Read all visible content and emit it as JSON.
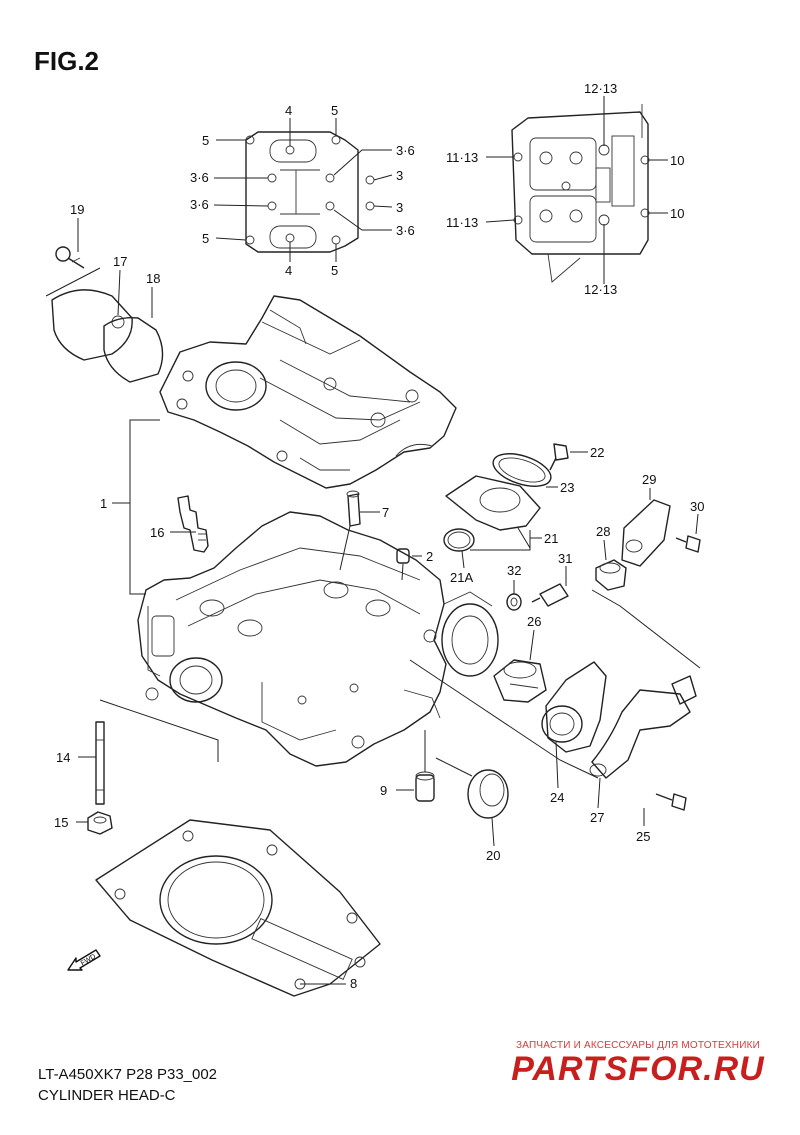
{
  "figure": {
    "title": "FIG.2"
  },
  "footer": {
    "line1": "LT-A450XK7 P28 P33_002",
    "line2": "CYLINDER HEAD-C"
  },
  "watermark": {
    "tagline": "ЗАПЧАСТИ И АКСЕССУАРЫ ДЛЯ МОТОТЕХНИКИ",
    "logo": "PARTSFOR.RU"
  },
  "forward_marker": "FWD",
  "callouts": {
    "c1": "1",
    "c2": "2",
    "c3a": "3",
    "c3b": "3",
    "c36a": "3·6",
    "c36b": "3·6",
    "c36c": "3·6",
    "c36d": "3·6",
    "c4a": "4",
    "c4b": "4",
    "c5a": "5",
    "c5b": "5",
    "c5c": "5",
    "c5d": "5",
    "c7": "7",
    "c8": "8",
    "c9": "9",
    "c10a": "10",
    "c10b": "10",
    "c1113a": "11·13",
    "c1113b": "11·13",
    "c1213a": "12·13",
    "c1213b": "12·13",
    "c14": "14",
    "c15": "15",
    "c16": "16",
    "c17": "17",
    "c18": "18",
    "c19": "19",
    "c20": "20",
    "c21": "21",
    "c21a": "21A",
    "c22": "22",
    "c23": "23",
    "c24": "24",
    "c25": "25",
    "c26": "26",
    "c27": "27",
    "c28": "28",
    "c29": "29",
    "c30": "30",
    "c31": "31",
    "c32": "32"
  }
}
